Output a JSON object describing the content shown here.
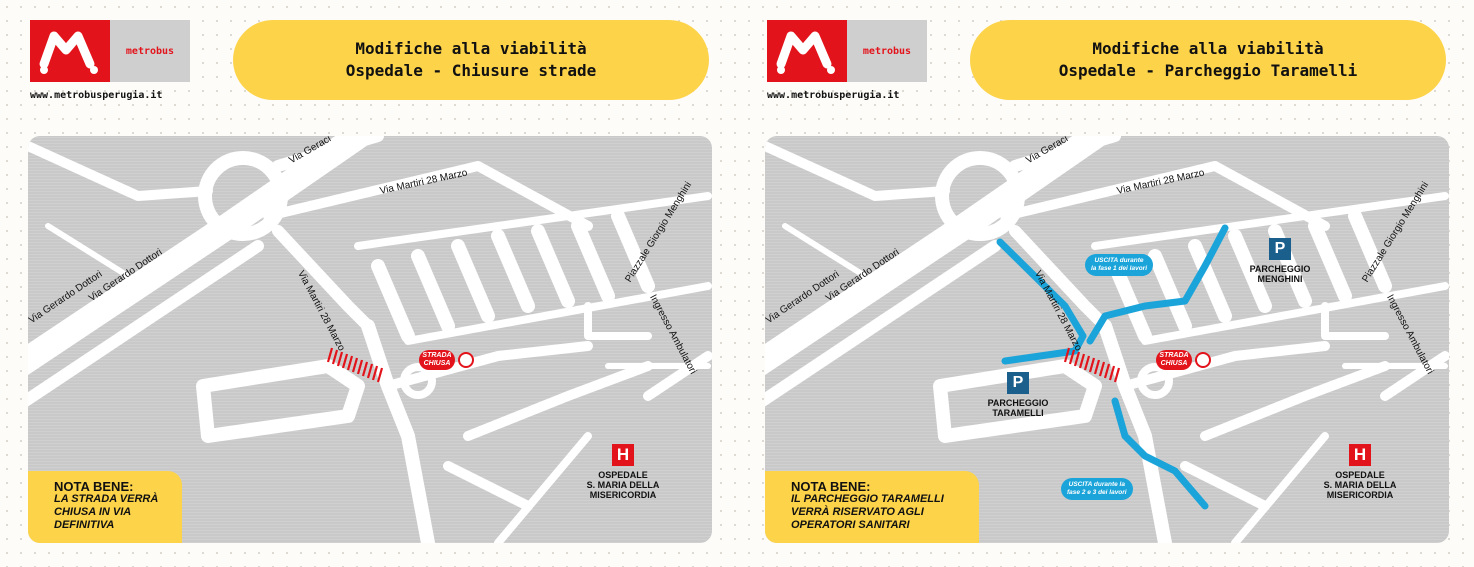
{
  "brand": {
    "name": "metrobus",
    "url": "www.metrobusperugia.it",
    "color": "#e3131b"
  },
  "panels": [
    {
      "title_line1": "Modifiche alla viabilità",
      "title_line2": "Ospedale - Chiusure strade",
      "roads": {
        "geraci": "Via Geraci",
        "martiri": "Via Martiri 28 Marzo",
        "martiri_vertical": "Via Martiri 28 Marzo",
        "dottori": "Via Gerardo Dottori",
        "dottori_left": "Via Gerardo Dottori",
        "menghini": "Piazzale Giorgio Menghini",
        "ambulatori": "Ingresso Ambulatori"
      },
      "closed_label_line1": "STRADA",
      "closed_label_line2": "CHIUSA",
      "hospital_letter": "H",
      "hospital_line1": "OSPEDALE",
      "hospital_line2": "S. MARIA DELLA",
      "hospital_line3": "MISERICORDIA",
      "note_title": "NOTA BENE:",
      "note_line1": "LA STRADA VERRÀ",
      "note_line2": "CHIUSA IN VIA",
      "note_line3": "DEFINITIVA"
    },
    {
      "title_line1": "Modifiche alla viabilità",
      "title_line2": "Ospedale - Parcheggio Taramelli",
      "roads": {
        "geraci": "Via Geraci",
        "martiri": "Via Martiri 28 Marzo",
        "martiri_vertical": "Via Martiri 28 Marzo",
        "dottori": "Via Gerardo Dottori",
        "dottori_left": "Via Gerardo Dottori",
        "menghini": "Piazzale Giorgio Menghini",
        "ambulatori": "Ingresso Ambulatori"
      },
      "closed_label_line1": "STRADA",
      "closed_label_line2": "CHIUSA",
      "hospital_letter": "H",
      "hospital_line1": "OSPEDALE",
      "hospital_line2": "S. MARIA DELLA",
      "hospital_line3": "MISERICORDIA",
      "parking_letter": "P",
      "parking_menghini_line1": "PARCHEGGIO",
      "parking_menghini_line2": "MENGHINI",
      "parking_taramelli_line1": "PARCHEGGIO",
      "parking_taramelli_line2": "TARAMELLI",
      "exit1_line1": "USCITA durante",
      "exit1_line2": "la fase 1 dei lavori",
      "exit2_line1": "USCITA durante la",
      "exit2_line2": "fase 2 e 3 dei lavori",
      "note_title": "NOTA BENE:",
      "note_line1": "IL PARCHEGGIO TARAMELLI",
      "note_line2": "VERRÀ RISERVATO AGLI",
      "note_line3": "OPERATORI SANITARI"
    }
  ],
  "colors": {
    "road": "#ffffff",
    "ground": "#c9c9c9",
    "title_bg": "#fdd34a",
    "route": "#1ba4d9",
    "parking": "#1b5f8c"
  }
}
